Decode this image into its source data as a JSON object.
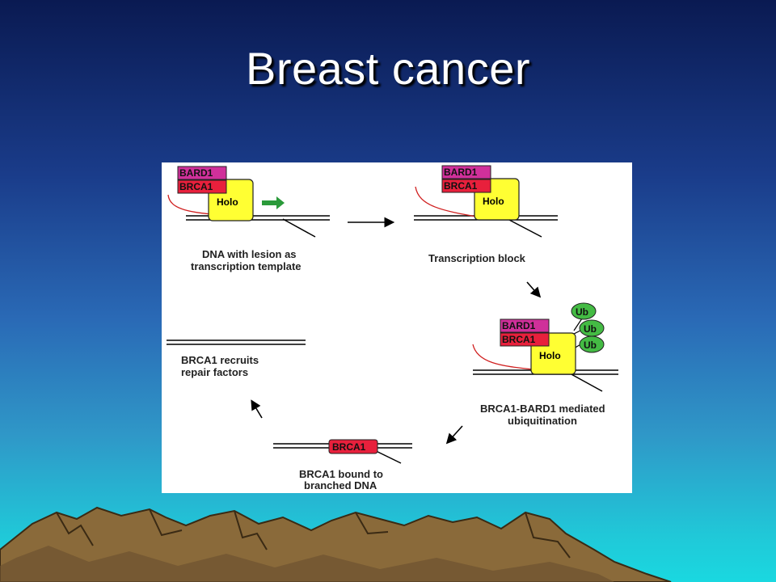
{
  "slide": {
    "title": "Breast cancer"
  },
  "diagram": {
    "step1": {
      "bard1": "BARD1",
      "brca1": "BRCA1",
      "holo": "Holo",
      "caption_line1": "DNA with lesion as",
      "caption_line2": "transcription template"
    },
    "step2": {
      "bard1": "BARD1",
      "brca1": "BRCA1",
      "holo": "Holo",
      "caption": "Transcription block"
    },
    "step3": {
      "bard1": "BARD1",
      "brca1": "BRCA1",
      "holo": "Holo",
      "ub1": "Ub",
      "ub2": "Ub",
      "ub3": "Ub",
      "caption_line1": "BRCA1-BARD1 mediated",
      "caption_line2": "ubiquitination"
    },
    "step4": {
      "brca1": "BRCA1",
      "caption_line1": "BRCA1 bound to",
      "caption_line2": "branched DNA"
    },
    "step5": {
      "caption_line1": "BRCA1 recruits",
      "caption_line2": "repair factors"
    },
    "colors": {
      "bard1": "#d0309a",
      "brca1": "#e8203c",
      "holo": "#ffff33",
      "ub": "#44bb44",
      "arrow_green": "#2a9a3a"
    }
  }
}
